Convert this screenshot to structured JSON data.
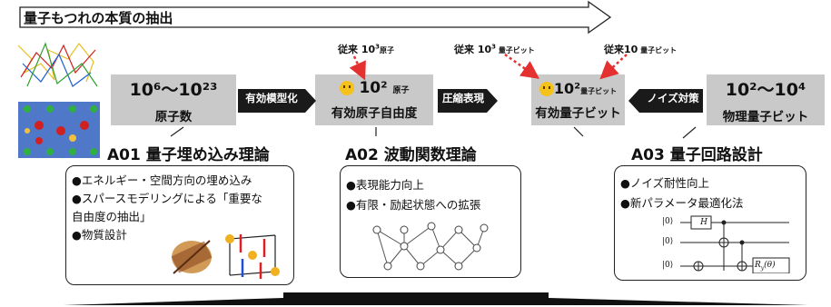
{
  "header": {
    "title": "量子もつれの本質の抽出"
  },
  "boxes": {
    "atom_count": {
      "range": "10⁶〜10²³",
      "label": "原子数"
    },
    "effective_atom": {
      "value": "10²",
      "unit": "原子",
      "label": "有効原子自由度"
    },
    "effective_qubit": {
      "value": "10²",
      "unit": "量子ビット",
      "label": "有効量子ビット"
    },
    "physical_qubit": {
      "range": "10²〜10⁴",
      "label": "物理量子ビット"
    }
  },
  "arrows": {
    "effective_model": "有効模型化",
    "compression": "圧縮表現",
    "noise": "ノイズ対策"
  },
  "conventional": {
    "atom": {
      "prefix": "従来 10",
      "exp": "3",
      "unit": "原子"
    },
    "qubit_left": {
      "prefix": "従来 10",
      "exp": "3",
      "unit": "量子ビット"
    },
    "qubit_right": {
      "prefix": "従来10",
      "unit": "量子ビット"
    }
  },
  "sections": [
    {
      "heading": "A01 量子埋め込み理論",
      "items": [
        "●エネルギー・空間方向の埋め込み",
        "●スパースモデリングによる「重要な",
        "自由度の抽出」",
        "●物質設計"
      ]
    },
    {
      "heading": "A02 波動関数理論",
      "items": [
        "●表現能力向上",
        "●有限・励起状態への拡張"
      ]
    },
    {
      "heading": "A03 量子回路設計",
      "items": [
        "●ノイズ耐性向上",
        "●新パラメータ最適化法"
      ]
    }
  ],
  "circuit": {
    "kets": [
      "|0⟩",
      "|0⟩",
      "|0⟩"
    ],
    "gate_h": "H",
    "gate_ry": "R",
    "gate_ry_sub": "y",
    "gate_ry_arg": "(θ)"
  },
  "colors": {
    "box": "#c9c9c9",
    "tag": "#1a1a1a",
    "dashed_arrow": "#e53030"
  }
}
